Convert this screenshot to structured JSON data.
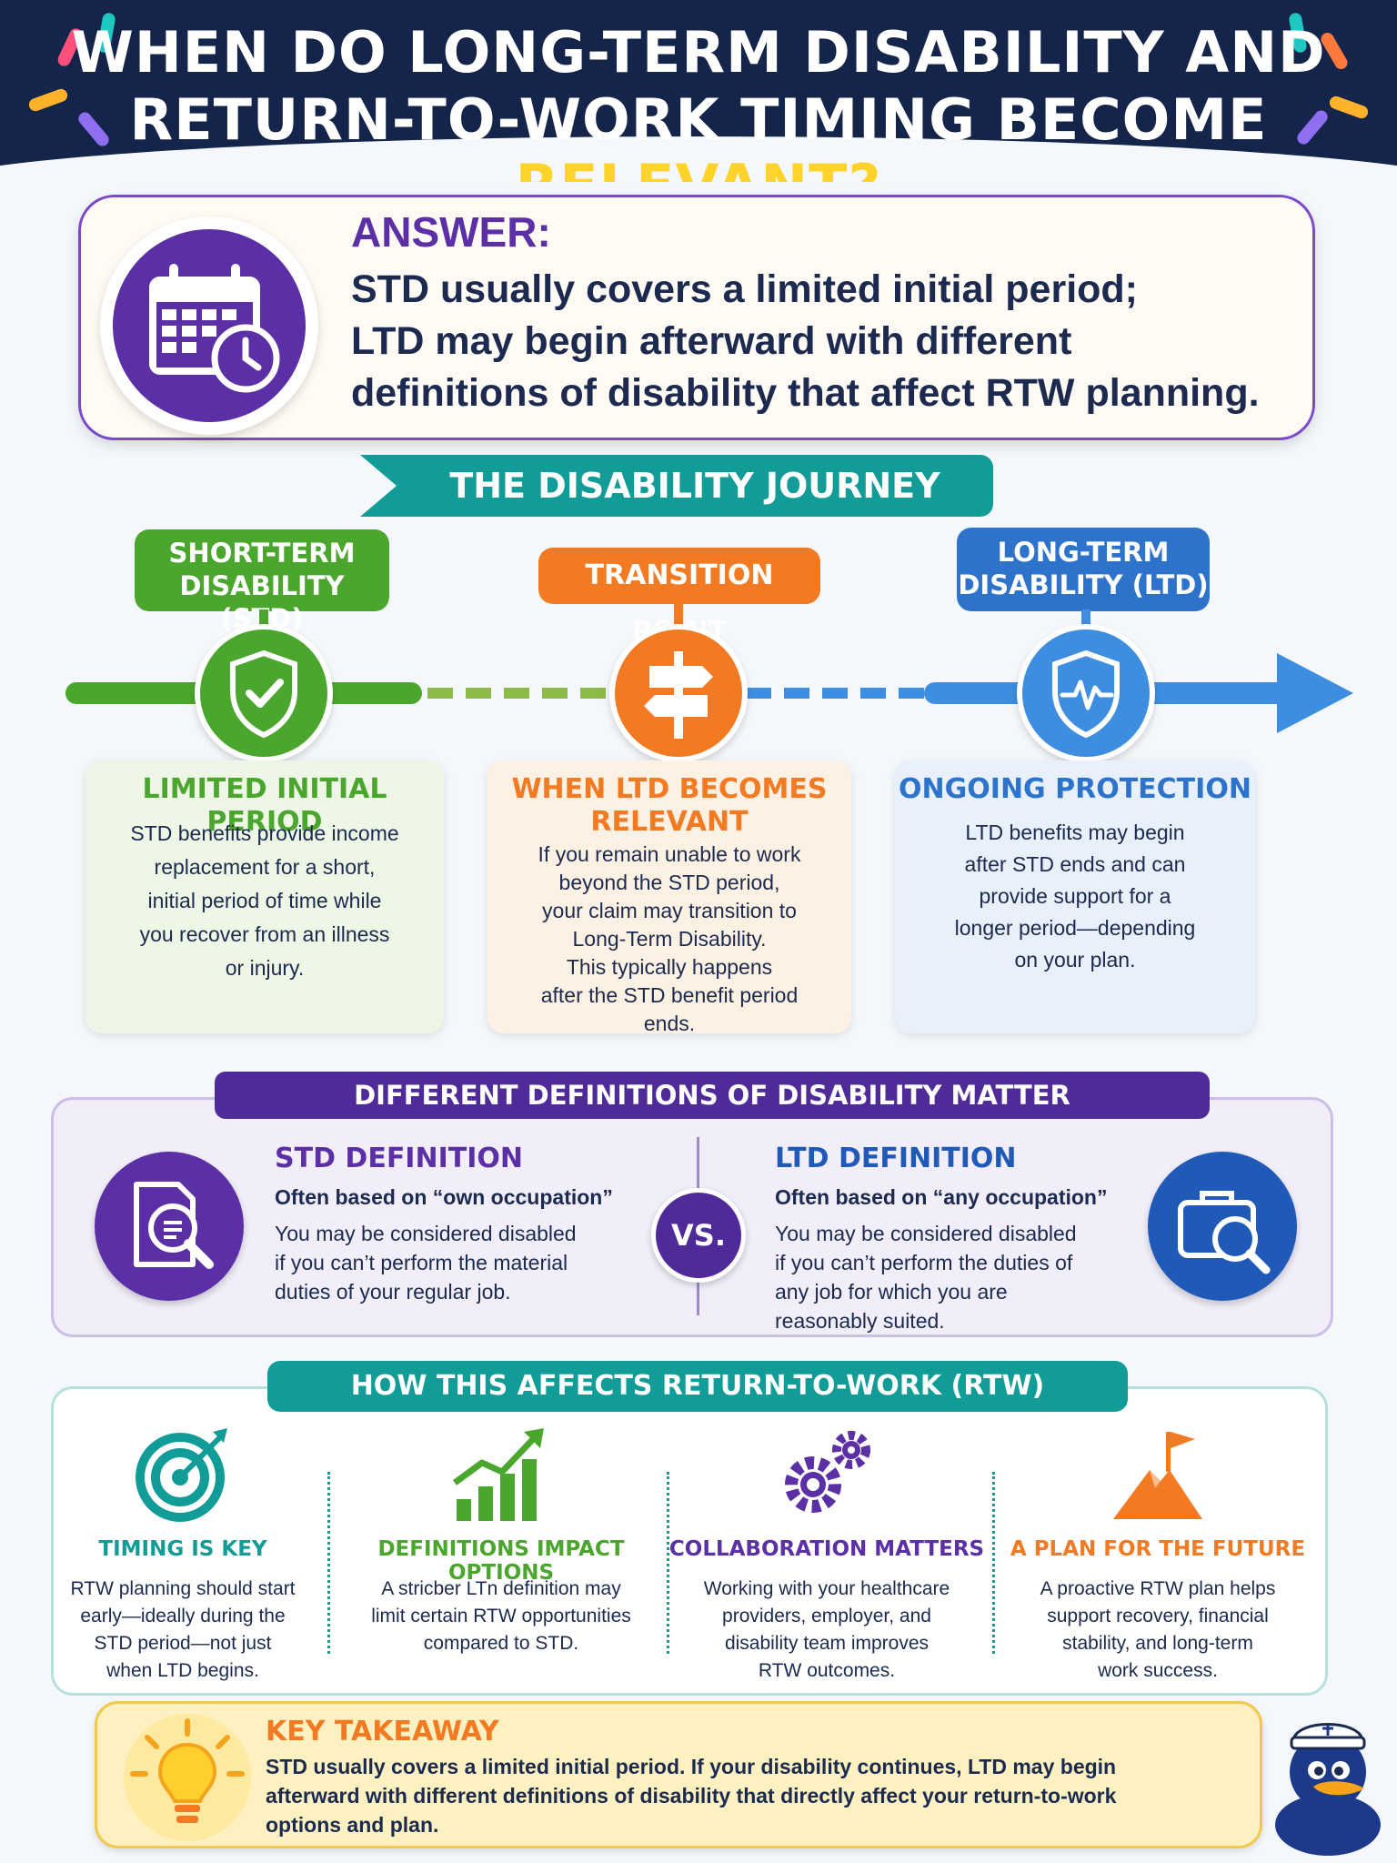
{
  "header": {
    "title_line1": "WHEN DO LONG-TERM DISABILITY AND",
    "title_line2_a": "RETURN-TO-WORK TIMING BECOME ",
    "title_line2_b": "RELEVANT?",
    "highlight_color": "#ffd32a"
  },
  "answer": {
    "label": "ANSWER:",
    "lines": [
      "STD usually covers a limited initial period;",
      "LTD may begin afterward with different",
      "definitions of disability that affect RTW planning."
    ],
    "icon": "calendar-clock-icon"
  },
  "journey": {
    "title": "THE DISABILITY JOURNEY",
    "stages": [
      {
        "label_lines": [
          "SHORT-TERM",
          "DISABILITY (STD)"
        ],
        "icon": "shield-check-icon",
        "color": "#4aa62c",
        "card_title_lines": [
          "LIMITED INITIAL PERIOD"
        ],
        "card_body_lines": [
          "STD benefits provide income",
          "replacement for a short,",
          "initial period of time while",
          "you recover from an illness",
          "or injury."
        ]
      },
      {
        "label_lines": [
          "TRANSITION POINT"
        ],
        "icon": "signpost-icon",
        "color": "#f27a22",
        "card_title_lines": [
          "WHEN LTD BECOMES",
          "RELEVANT"
        ],
        "card_body_lines": [
          "If you remain unable to work",
          "beyond the STD period,",
          "your claim may transition to",
          "Long-Term Disability.",
          "This typically happens",
          "after the STD benefit period",
          "ends."
        ]
      },
      {
        "label_lines": [
          "LONG-TERM",
          "DISABILITY (LTD)"
        ],
        "icon": "shield-heartbeat-icon",
        "color": "#2d73cc",
        "card_title_lines": [
          "ONGOING PROTECTION"
        ],
        "card_body_lines": [
          "LTD benefits may begin",
          "after STD ends and can",
          "provide support for a",
          "longer period—depending",
          "on your plan."
        ]
      }
    ]
  },
  "definitions": {
    "title": "DIFFERENT DEFINITIONS OF DISABILITY MATTER",
    "vs": "VS.",
    "std": {
      "head": "STD DEFINITION",
      "sub": "Often based on “own occupation”",
      "body_lines": [
        "You may be considered disabled",
        "if you can’t perform the material",
        "duties of your regular job."
      ],
      "icon": "document-search-icon"
    },
    "ltd": {
      "head": "LTD DEFINITION",
      "sub": "Often based on “any occupation”",
      "body_lines": [
        "You may be considered disabled",
        "if you can’t perform the duties of",
        "any job for which you are",
        "reasonably suited."
      ],
      "icon": "briefcase-search-icon"
    }
  },
  "rtw": {
    "title": "HOW THIS AFFECTS RETURN-TO-WORK (RTW) PLANNING",
    "items": [
      {
        "title": "TIMING IS KEY",
        "color": "#129c98",
        "icon": "target-icon",
        "body_lines": [
          "RTW planning should start",
          "early—ideally during the",
          "STD period—not just",
          "when LTD begins."
        ]
      },
      {
        "title": "DEFINITIONS IMPACT OPTIONS",
        "color": "#4aa62c",
        "icon": "bar-chart-growth-icon",
        "body_lines": [
          "A stricber LTn definition may",
          "limit certain RTW opportunities",
          "compared to STD."
        ]
      },
      {
        "title": "COLLABORATION MATTERS",
        "color": "#5b2fa5",
        "icon": "gears-icon",
        "body_lines": [
          "Working with your healthcare",
          "providers, employer, and",
          "disability team improves",
          "RTW outcomes."
        ]
      },
      {
        "title": "A PLAN FOR THE FUTURE",
        "color": "#f27a22",
        "icon": "mountain-flag-icon",
        "body_lines": [
          "A proactive RTW plan helps",
          "support recovery, financial",
          "stability, and long-term",
          "work success."
        ]
      }
    ]
  },
  "takeaway": {
    "title": "KEY TAKEAWAY",
    "lines": [
      "STD usually covers a limited initial period. If your disability continues, LTD may begin",
      "afterward with different definitions of disability that directly affect your return-to-work",
      "options and plan."
    ],
    "icon": "lightbulb-icon",
    "mascot_icon": "sailor-duck-icon"
  }
}
